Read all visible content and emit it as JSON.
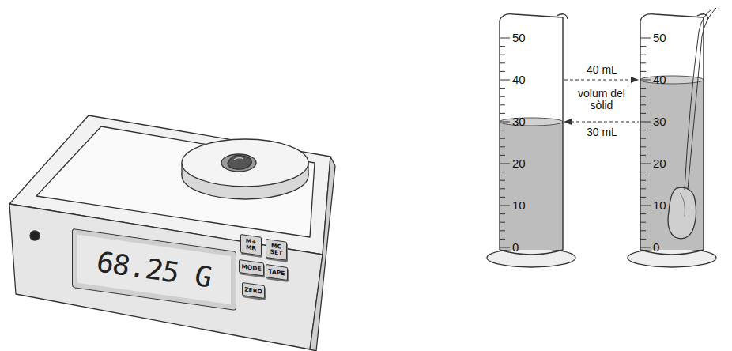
{
  "diagram": {
    "nodes": [
      {
        "text": [
          "68.25 G"
        ]
      },
      {
        "text": [
          "M+",
          "MR"
        ]
      },
      {
        "text": [
          "MC",
          "SET"
        ]
      },
      {
        "text": [
          "MODE"
        ]
      },
      {
        "text": [
          "TAPE"
        ]
      },
      {
        "text": [
          "ZERO"
        ]
      }
    ],
    "labels": [
      "50",
      "40",
      "30",
      "20",
      "10",
      "0",
      "50",
      "40",
      "30",
      "20",
      "10",
      "0",
      "40 mL",
      "volum del sòlid",
      "30 mL"
    ]
  }
}
